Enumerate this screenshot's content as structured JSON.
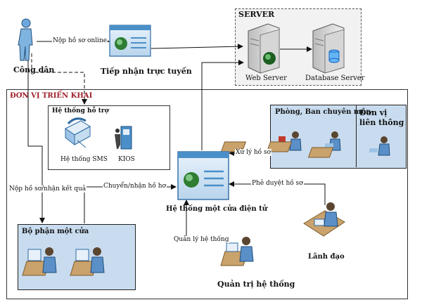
{
  "citizen": {
    "label": "Công dân"
  },
  "reception": {
    "label": "Tiếp nhận trực tuyến"
  },
  "server": {
    "title": "SERVER",
    "web_label": "Web Server",
    "db_label": "Database Server"
  },
  "unit": {
    "title": "ĐƠN VỊ TRIỂN KHAI"
  },
  "support": {
    "title": "Hệ thống hỗ trợ",
    "sms_label": "Hệ thống SMS",
    "kiosk_label": "KIOS"
  },
  "departments": {
    "dept_label": "Phòng, Ban chuyên môn",
    "linked_label_1": "Đơn vị",
    "linked_label_2": "liên thông"
  },
  "core": {
    "label": "Hệ thống một cửa điện tử"
  },
  "onestop": {
    "label": "Bộ phận một cửa"
  },
  "leader": {
    "label": "Lãnh đạo"
  },
  "admin": {
    "label": "Quản trị hệ thống"
  },
  "edges": {
    "submit_online": "Nộp hồ sơ online",
    "submit_receive": "Nộp hồ sơ/nhận kết quả",
    "transfer": "Chuyển/nhận hồ hơ",
    "process": "Xử lý hồ sơ",
    "approve": "Phê duyệt hồ sơ",
    "manage": "Quản lý hệ thống"
  },
  "colors": {
    "unit_title": "#a0202a",
    "panel_fill": "#c9dcef",
    "screen_blue": "#4a8fc8"
  }
}
